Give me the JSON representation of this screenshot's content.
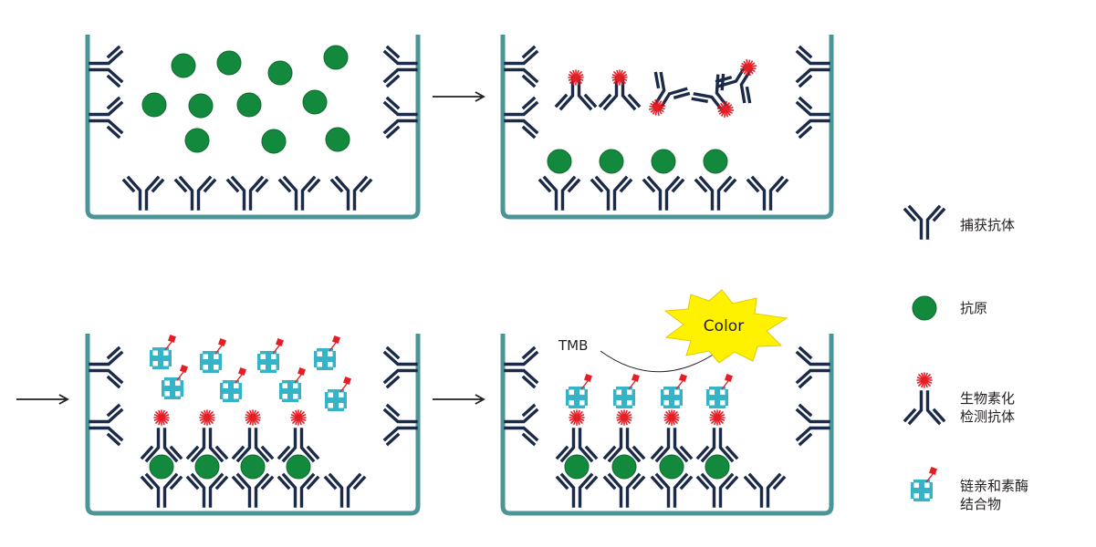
{
  "colors": {
    "well": "#4b9497",
    "antibody": "#1b2a49",
    "antigen": "#13893d",
    "antigen_edge": "#0d6b2c",
    "biotin": "#e51e25",
    "streptavidin": "#35b4c8",
    "hrp_tag": "#e51e25",
    "burst_fill": "#fff200",
    "burst_stroke": "#e6c800",
    "arrow": "#231f20",
    "text": "#231f20"
  },
  "annotations": {
    "tmb": "TMB",
    "color": "Color"
  },
  "legend": {
    "items": [
      {
        "icon": "capture-antibody-icon",
        "label": "捕获抗体"
      },
      {
        "icon": "antigen-icon",
        "label": "抗原"
      },
      {
        "icon": "biotinylated-detection-antibody-icon",
        "label": "生物素化",
        "label2": "检测抗体"
      },
      {
        "icon": "streptavidin-hrp-icon",
        "label": "链亲和素酶",
        "label2": "结合物"
      }
    ]
  }
}
